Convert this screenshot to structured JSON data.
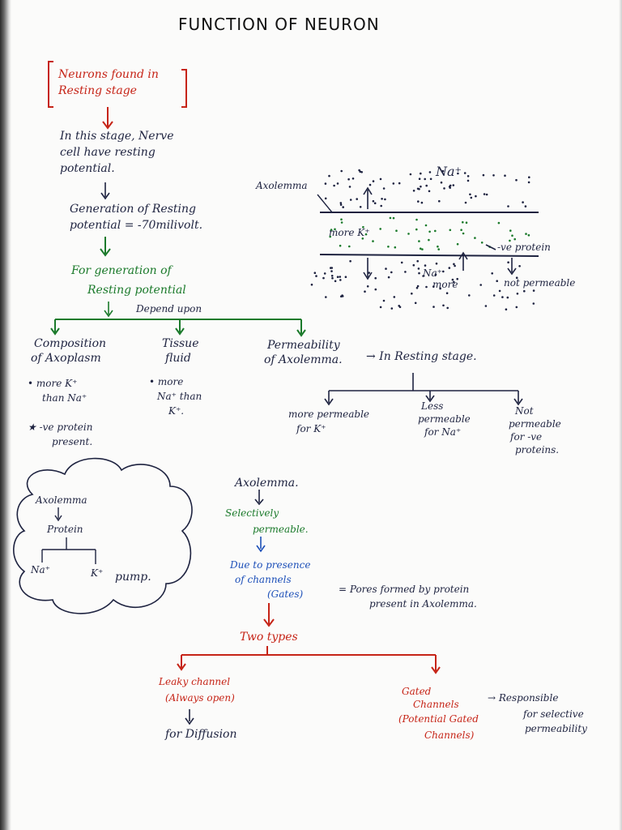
{
  "title": "FUNCTION OF NEURON",
  "box": {
    "line1": "Neurons found in",
    "line2": "Resting stage"
  },
  "stage": {
    "line1": "In this stage, Nerve",
    "line2": "cell have resting",
    "line3": "potential."
  },
  "generation": {
    "line1": "Generation of Resting",
    "line2": "potential = -70milivolt."
  },
  "for_generation": {
    "line1": "For generation of",
    "line2": "Resting potential",
    "depend": "Depend upon"
  },
  "branches": {
    "composition": {
      "line1": "Composition",
      "line2": "of Axoplasm",
      "b1a": "• more K⁺",
      "b1b": "than Na⁺",
      "b2a": "★ -ve protein",
      "b2b": "present."
    },
    "tissue": {
      "line1": "Tissue",
      "line2": "fluid",
      "b1a": "• more",
      "b1b": "Na⁺ than",
      "b1c": "K⁺."
    },
    "permeability": {
      "line1": "Permeability",
      "line2": "of Axolemma.",
      "arrow_text": "→ In Resting stage."
    }
  },
  "resting_sub": {
    "k": {
      "line1": "more permeable",
      "line2": "for K⁺"
    },
    "na": {
      "line1": "Less",
      "line2": "permeable",
      "line3": "for Na⁺"
    },
    "protein": {
      "line1": "Not",
      "line2": "permeable",
      "line3": "for -ve",
      "line4": "proteins."
    }
  },
  "diagram": {
    "axolemma": "Axolemma",
    "na_top": "Na⁺",
    "more_k": "more K⁺",
    "ve_protein": "-ve protein",
    "na_bottom": "Na⁺",
    "more": "more",
    "not_permeable": "not permeable"
  },
  "cloud": {
    "axolemma": "Axolemma",
    "protein": "Protein",
    "na": "Na⁺",
    "k": "K⁺",
    "pump": "pump."
  },
  "channels": {
    "axolemma": "Axolemma.",
    "selectively": "Selectively",
    "permeable": "permeable.",
    "due1": "Due to presence",
    "due2": "of channels",
    "due3": "(Gates)",
    "pores1": "= Pores formed by protein",
    "pores2": "present in Axolemma.",
    "two_types": "Two types",
    "leaky1": "Leaky channel",
    "leaky2": "(Always open)",
    "diffusion": "for Diffusion",
    "gated1": "Gated",
    "gated2": "Channels",
    "gated3": "(Potential Gated",
    "gated4": "Channels)",
    "resp1": "→ Responsible",
    "resp2": "for selective",
    "resp3": "permeability"
  },
  "colors": {
    "ink": "#1e2340",
    "red": "#c62417",
    "green": "#1b7a2b",
    "blue": "#1c4fb8"
  }
}
